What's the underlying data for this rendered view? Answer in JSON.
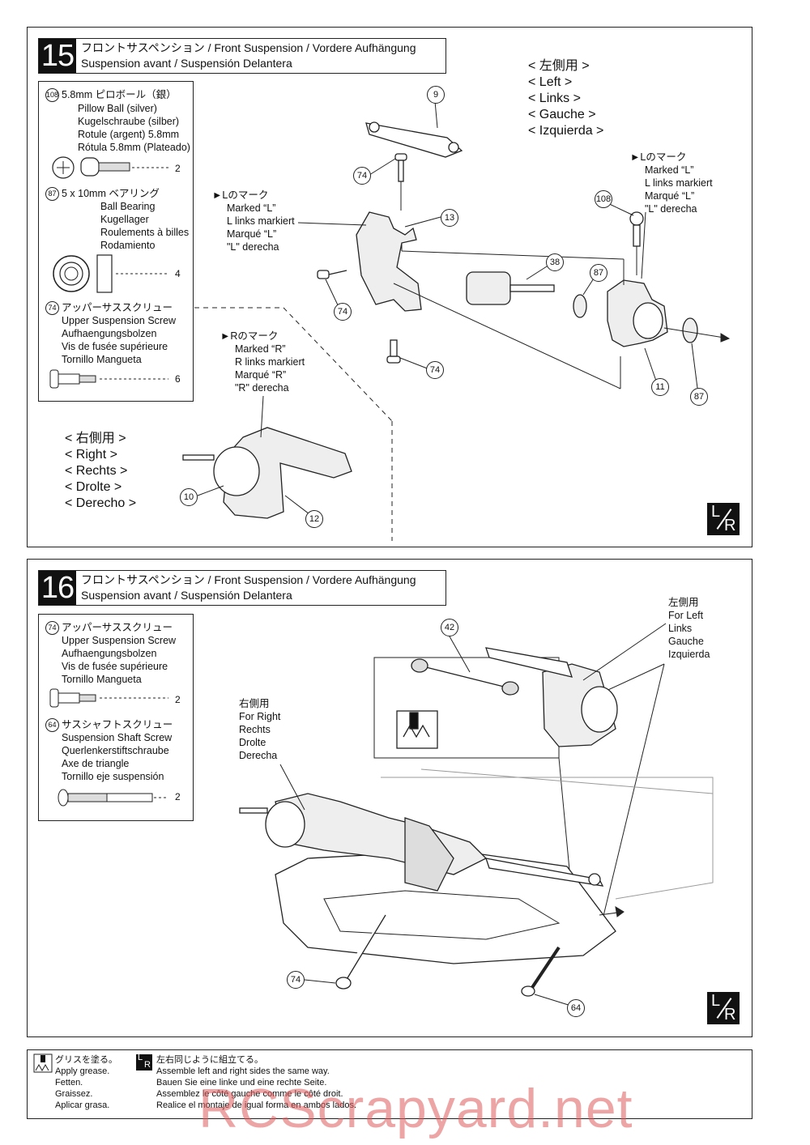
{
  "step15": {
    "number": "15",
    "title_line1": "フロントサスペンション / Front Suspension / Vordere Aufhängung",
    "title_line2": "Suspension avant / Suspensión Delantera",
    "parts": [
      {
        "ref": "108",
        "lines": [
          "5.8mm ピロボール（銀）",
          "Pillow Ball (silver)",
          "Kugelschraube (silber)",
          "Rotule (argent) 5.8mm",
          "Rótula 5.8mm (Plateado)"
        ],
        "qty": "2"
      },
      {
        "ref": "87",
        "lines": [
          "5 x 10mm ベアリング",
          "Ball Bearing",
          "Kugellager",
          "Roulements à billes",
          "Rodamiento"
        ],
        "qty": "4"
      },
      {
        "ref": "74",
        "lines": [
          "アッパーサススクリュー",
          "Upper Suspension Screw",
          "Aufhaengungsbolzen",
          "Vis de fusée supérieure",
          "Tornillo Mangueta"
        ],
        "qty": "6"
      }
    ],
    "left_side_label": [
      "< 左側用 >",
      "< Left >",
      "< Links >",
      "< Gauche >",
      "< Izquierda >"
    ],
    "right_side_label": [
      "< 右側用 >",
      "< Right >",
      "< Rechts >",
      "< Drolte >",
      "< Derecho >"
    ],
    "mark_L_1": [
      "►Lのマーク",
      "Marked “L”",
      "L links markiert",
      "Marqué “L”",
      "\"L\" derecha"
    ],
    "mark_L_2": [
      "►Lのマーク",
      "Marked “L”",
      "L links markiert",
      "Marqué “L”",
      "\"L\" derecha"
    ],
    "mark_R": [
      "►Rのマーク",
      "Marked “R”",
      "R links markiert",
      "Marqué “R”",
      "\"R\" derecha"
    ],
    "callouts": [
      "9",
      "74",
      "13",
      "74",
      "74",
      "38",
      "87",
      "108",
      "11",
      "87",
      "10",
      "12"
    ],
    "lr_badge": {
      "l": "L",
      "r": "R"
    }
  },
  "step16": {
    "number": "16",
    "title_line1": "フロントサスペンション / Front Suspension / Vordere Aufhängung",
    "title_line2": "Suspension avant / Suspensión Delantera",
    "parts": [
      {
        "ref": "74",
        "lines": [
          "アッパーサススクリュー",
          "Upper Suspension Screw",
          "Aufhaengungsbolzen",
          "Vis de fusée supérieure",
          "Tornillo Mangueta"
        ],
        "qty": "2"
      },
      {
        "ref": "64",
        "lines": [
          "サスシャフトスクリュー",
          "Suspension Shaft Screw",
          "Querlenkerstiftschraube",
          "Axe de triangle",
          "Tornillo eje suspensión"
        ],
        "qty": "2"
      }
    ],
    "left_label": [
      "左側用",
      "For Left",
      "Links",
      "Gauche",
      "Izquierda"
    ],
    "right_label": [
      "右側用",
      "For Right",
      "Rechts",
      "Drolte",
      "Derecha"
    ],
    "callouts": [
      "42",
      "74",
      "64"
    ],
    "lr_badge": {
      "l": "L",
      "r": "R"
    }
  },
  "footer": {
    "grease": [
      "グリスを塗る。",
      "Apply grease.",
      "Fetten.",
      "Graissez.",
      "Aplicar grasa."
    ],
    "both_sides": [
      "左右同じように組立てる。",
      "Assemble left and right sides the same way.",
      "Bauen Sie eine linke und eine rechte Seite.",
      "Assemblez le côté gauche comme le côté droit.",
      "Realice el montaje de igual forma en ambos lados."
    ]
  },
  "watermark": "RCScrapyard.net"
}
